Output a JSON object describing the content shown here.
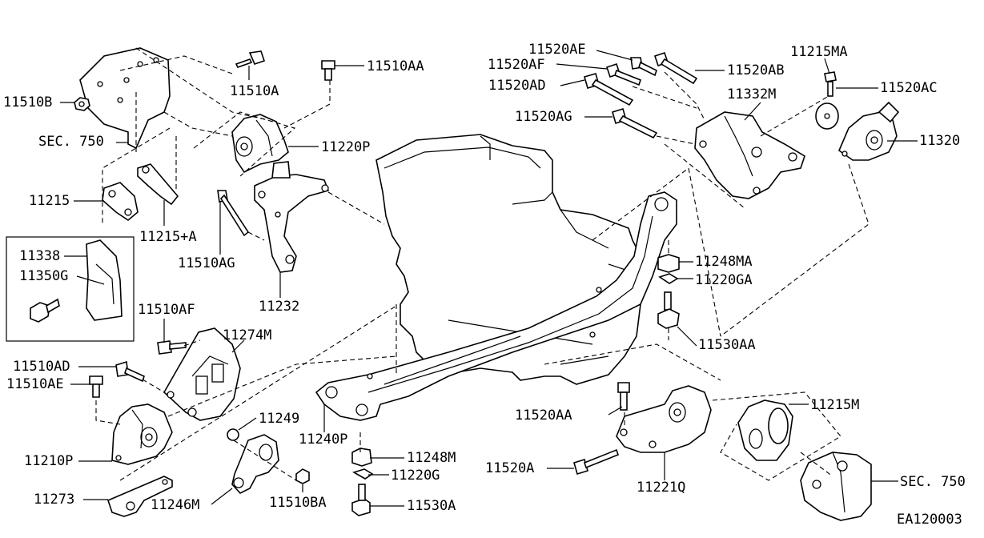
{
  "diagram_code": "EA120003",
  "labels": {
    "l11510A": "11510A",
    "l11510AA": "11510AA",
    "l11510B": "11510B",
    "lSEC750a": "SEC. 750",
    "l11220P": "11220P",
    "l11215": "11215",
    "l11215A": "11215+A",
    "l11510AG": "11510AG",
    "l11338": "11338",
    "l11350G": "11350G",
    "l11232": "11232",
    "l11510AF": "11510AF",
    "l11274M": "11274M",
    "l11510AD": "11510AD",
    "l11510AE": "11510AE",
    "l11249": "11249",
    "l11210P": "11210P",
    "l11273": "11273",
    "l11246M": "11246M",
    "l11510BA": "11510BA",
    "l11240P": "11240P",
    "l11248M": "11248M",
    "l11220G": "11220G",
    "l11530A": "11530A",
    "l11520AE": "11520AE",
    "l11520AF": "11520AF",
    "l11520AD": "11520AD",
    "l11520AG": "11520AG",
    "l11520AB": "11520AB",
    "l11332M": "11332M",
    "l11215MA": "11215MA",
    "l11520AC": "11520AC",
    "l11320": "11320",
    "l11248MA": "11248MA",
    "l11220GA": "11220GA",
    "l11530AA": "11530AA",
    "l11520AA": "11520AA",
    "l11215M": "11215M",
    "l11520A": "11520A",
    "l11221Q": "11221Q",
    "lSEC750b": "SEC. 750"
  }
}
